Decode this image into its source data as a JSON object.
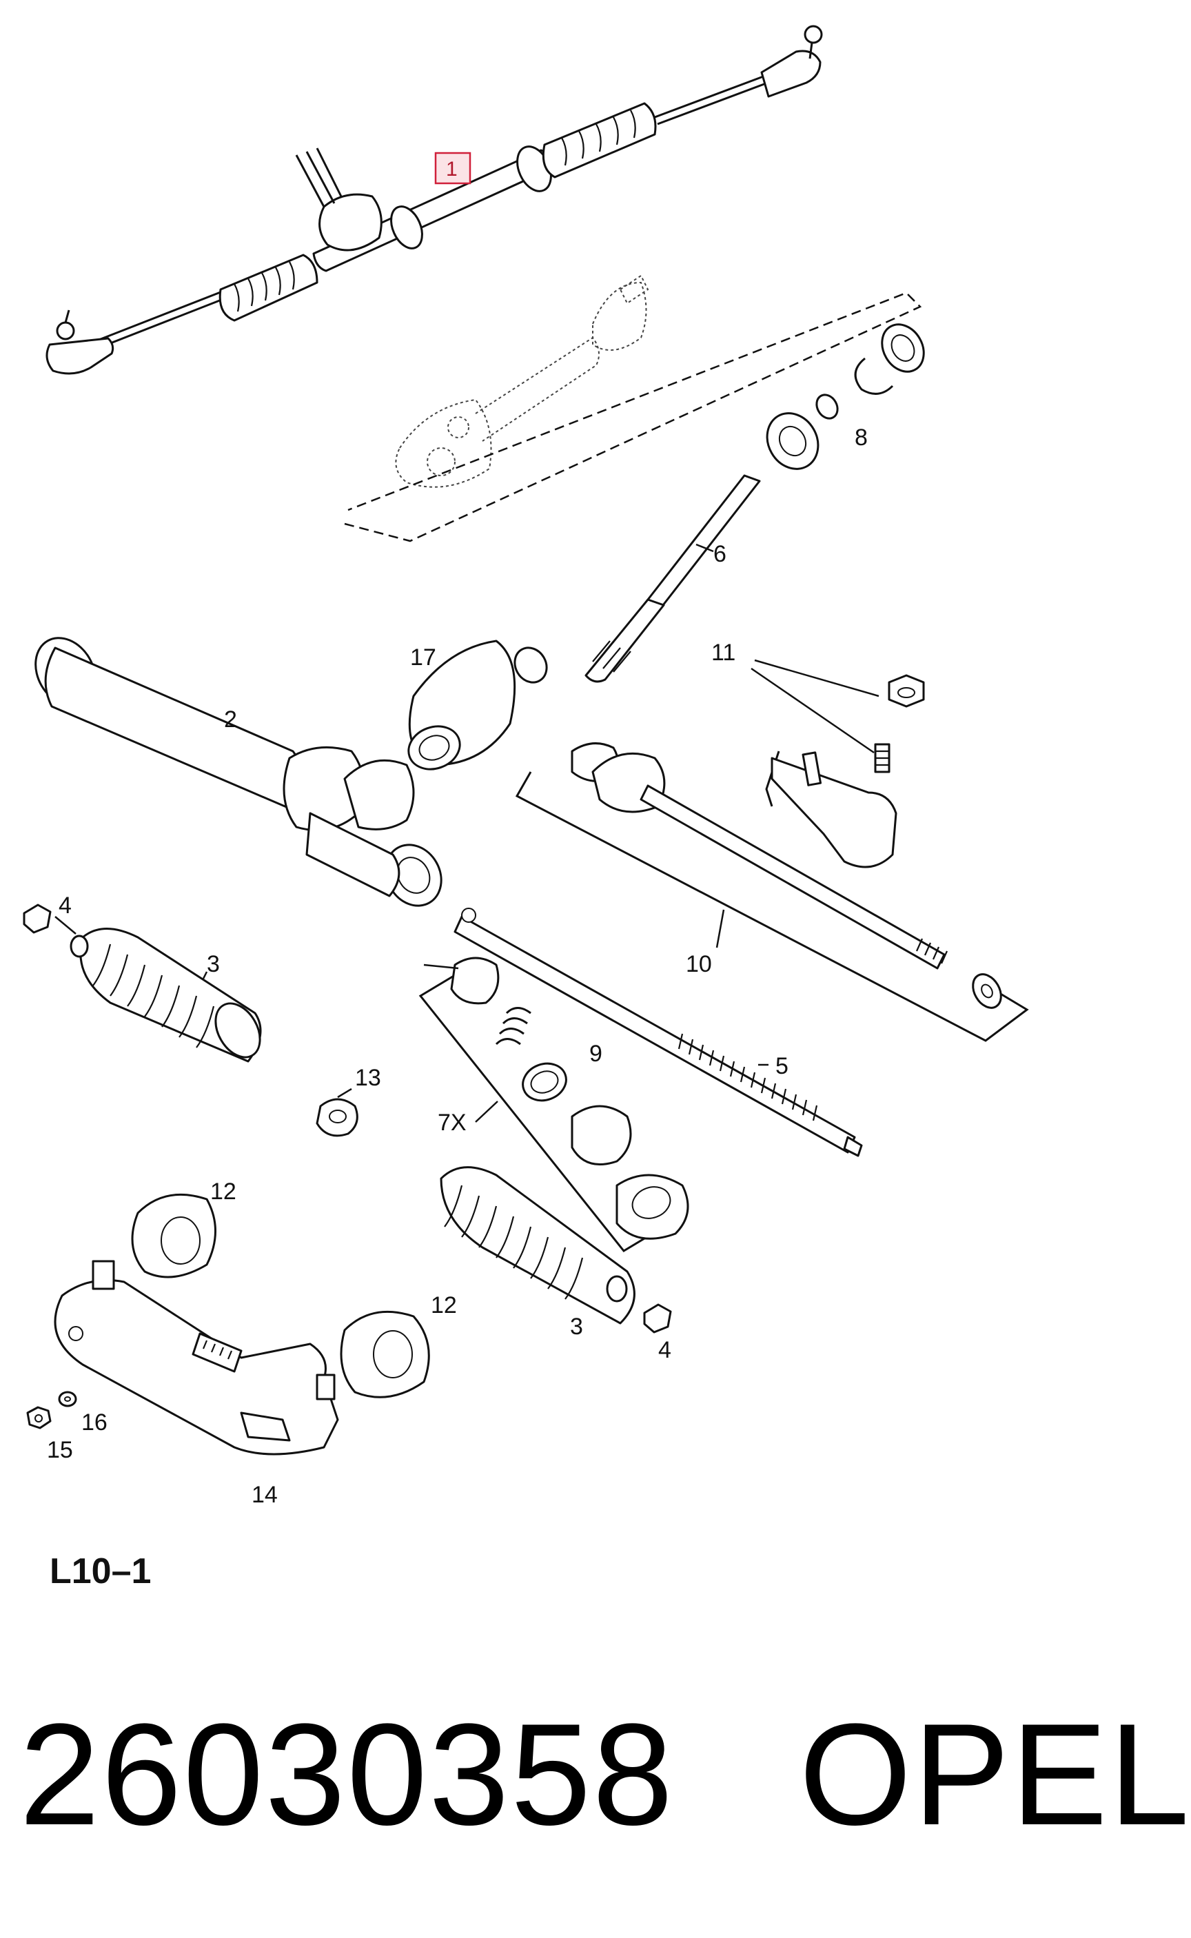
{
  "diagram_code": "L10–1",
  "part_number_line": "26030358   OPEL",
  "callouts": {
    "c1": "1",
    "c2": "2",
    "c3a": "3",
    "c3b": "3",
    "c4a": "4",
    "c4b": "4",
    "c5": "5",
    "c6": "6",
    "c7": "7X",
    "c8": "8",
    "c9": "9",
    "c10": "10",
    "c11": "11",
    "c12a": "12",
    "c12b": "12",
    "c13": "13",
    "c14": "14",
    "c15": "15",
    "c16": "16",
    "c17": "17"
  },
  "highlight_color": "#d0203a"
}
